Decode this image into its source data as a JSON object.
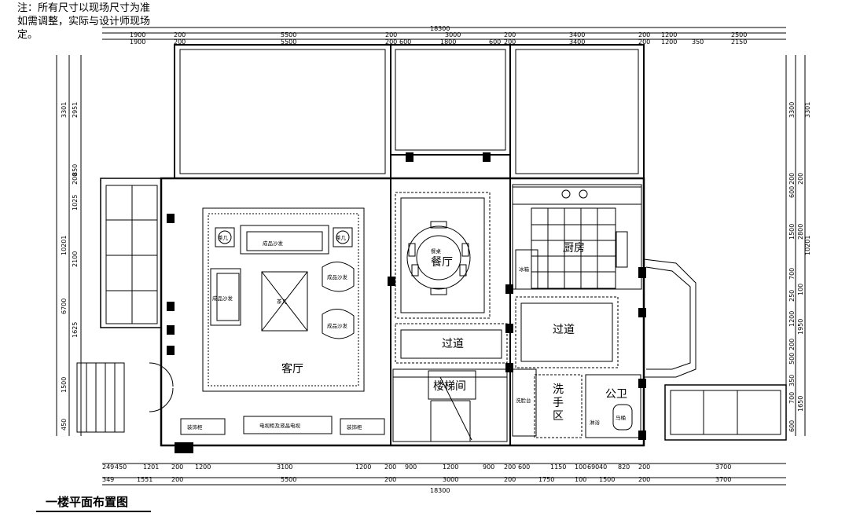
{
  "note": "注：所有尺寸以现场尺寸为准\n如需调整，实际与设计师现场\n定。",
  "caption": "一楼平面布置图",
  "top_total": "18300",
  "bottom_total": "18300",
  "top_row1": [
    "1900",
    "200",
    "5500",
    "200",
    "3000",
    "200",
    "3400",
    "200",
    "1200",
    "2500"
  ],
  "top_row2": [
    "1900",
    "200",
    "5500",
    "200",
    "600",
    "1800",
    "600",
    "200",
    "3400",
    "200",
    "1200",
    "350",
    "2150"
  ],
  "bottom_row1": [
    "249",
    "450",
    "1201",
    "200",
    "1200",
    "3100",
    "1200",
    "200",
    "900",
    "1200",
    "900",
    "200",
    "600",
    "1150",
    "100",
    "690",
    "40",
    "820",
    "200",
    "3700"
  ],
  "bottom_row2": [
    "349",
    "1551",
    "200",
    "5500",
    "200",
    "3000",
    "200",
    "1750",
    "100",
    "1500",
    "200",
    "3700"
  ],
  "left_outer": [
    "3301",
    "10201",
    "6700",
    "1500",
    "450"
  ],
  "left_inner": [
    "2951",
    "200",
    "850",
    "1025",
    "2100",
    "1625"
  ],
  "right_inner": [
    "3300",
    "200",
    "600",
    "1500",
    "700",
    "250",
    "1200",
    "200",
    "500",
    "350",
    "700",
    "600"
  ],
  "right_mid": [
    "200",
    "2800",
    "100",
    "1950",
    "1650"
  ],
  "right_outer": [
    "3301",
    "10201"
  ],
  "rooms": {
    "living": "客厅",
    "dining": "餐厅",
    "kitchen": "厨房",
    "corridor1": "过道",
    "corridor2": "过道",
    "stair": "楼梯间",
    "wash": "洗\n手\n区",
    "wc": "公卫"
  },
  "furniture": {
    "sofa_main": "成品沙发",
    "sofa_left": "成品沙发",
    "armchair1": "成品沙发",
    "armchair2": "成品沙发",
    "coffee_table": "茶几",
    "side1": "茶几",
    "side2": "茶几",
    "cabinet1": "装饰柜",
    "tv": "电视柜及液晶电视",
    "cabinet2": "装饰柜",
    "dining_table": "餐桌",
    "fridge": "冰箱",
    "basin": "洗脸台",
    "toilet": "马桶",
    "shower": "淋浴"
  }
}
